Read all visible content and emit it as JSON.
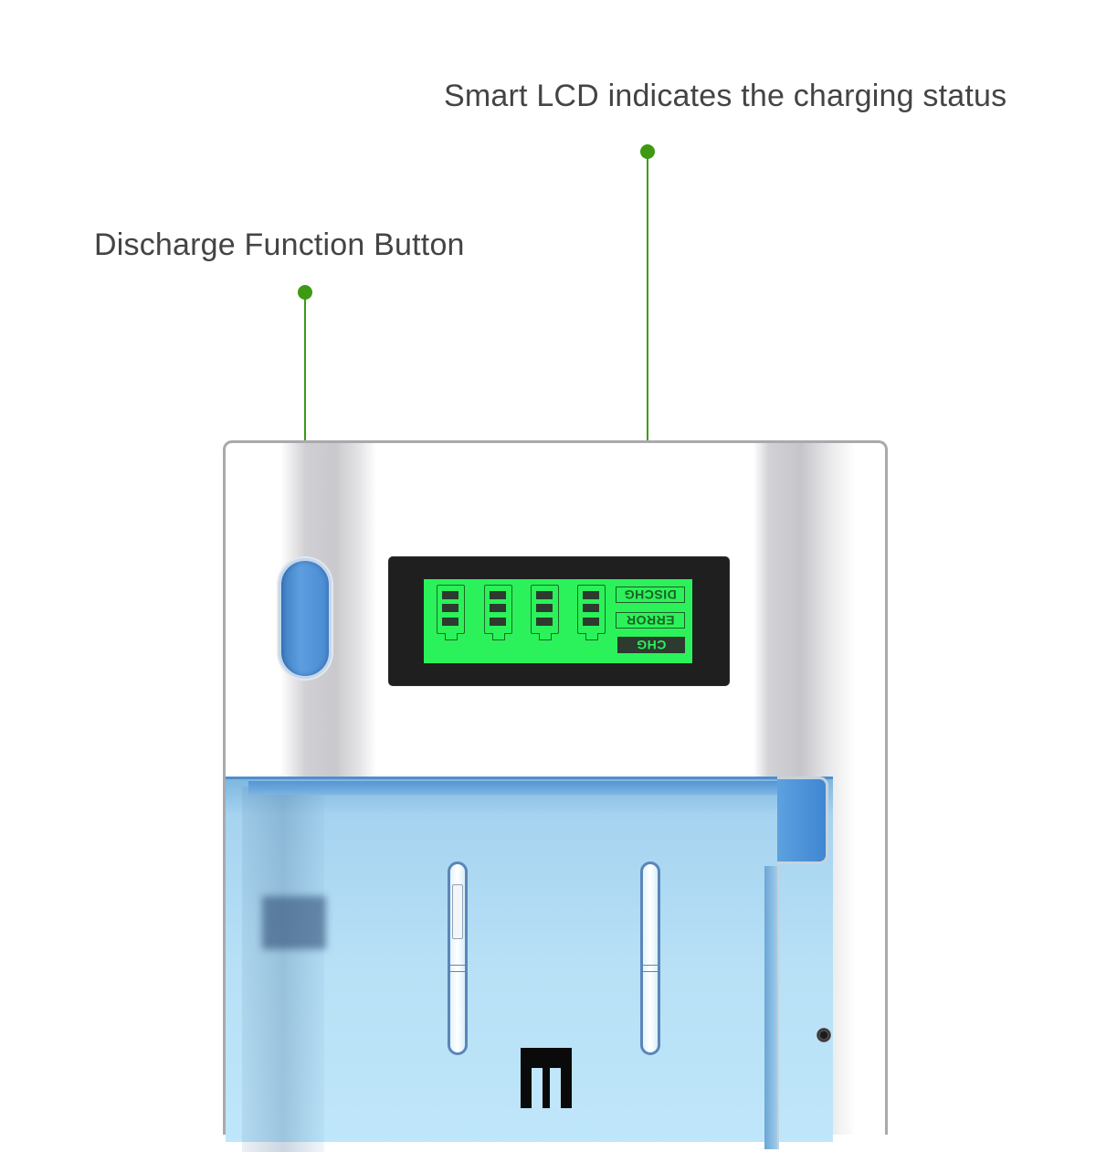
{
  "callouts": [
    {
      "id": "lcd",
      "label": "Smart LCD indicates the charging status",
      "color": "#3d9a12"
    },
    {
      "id": "discharge",
      "label": "Discharge Function Button",
      "color": "#3d9a12"
    }
  ],
  "device": {
    "body_color": "#ffffff",
    "lid_color": "#bfe6fa",
    "discharge_button": {
      "color": "#5c9ee0"
    },
    "lcd": {
      "screen_color": "#2bf25a",
      "battery_count": 4,
      "bars_per_battery": 3,
      "indicators": [
        "DISCHG",
        "ERROR",
        "CHG"
      ]
    },
    "logo_glyph": "E"
  }
}
